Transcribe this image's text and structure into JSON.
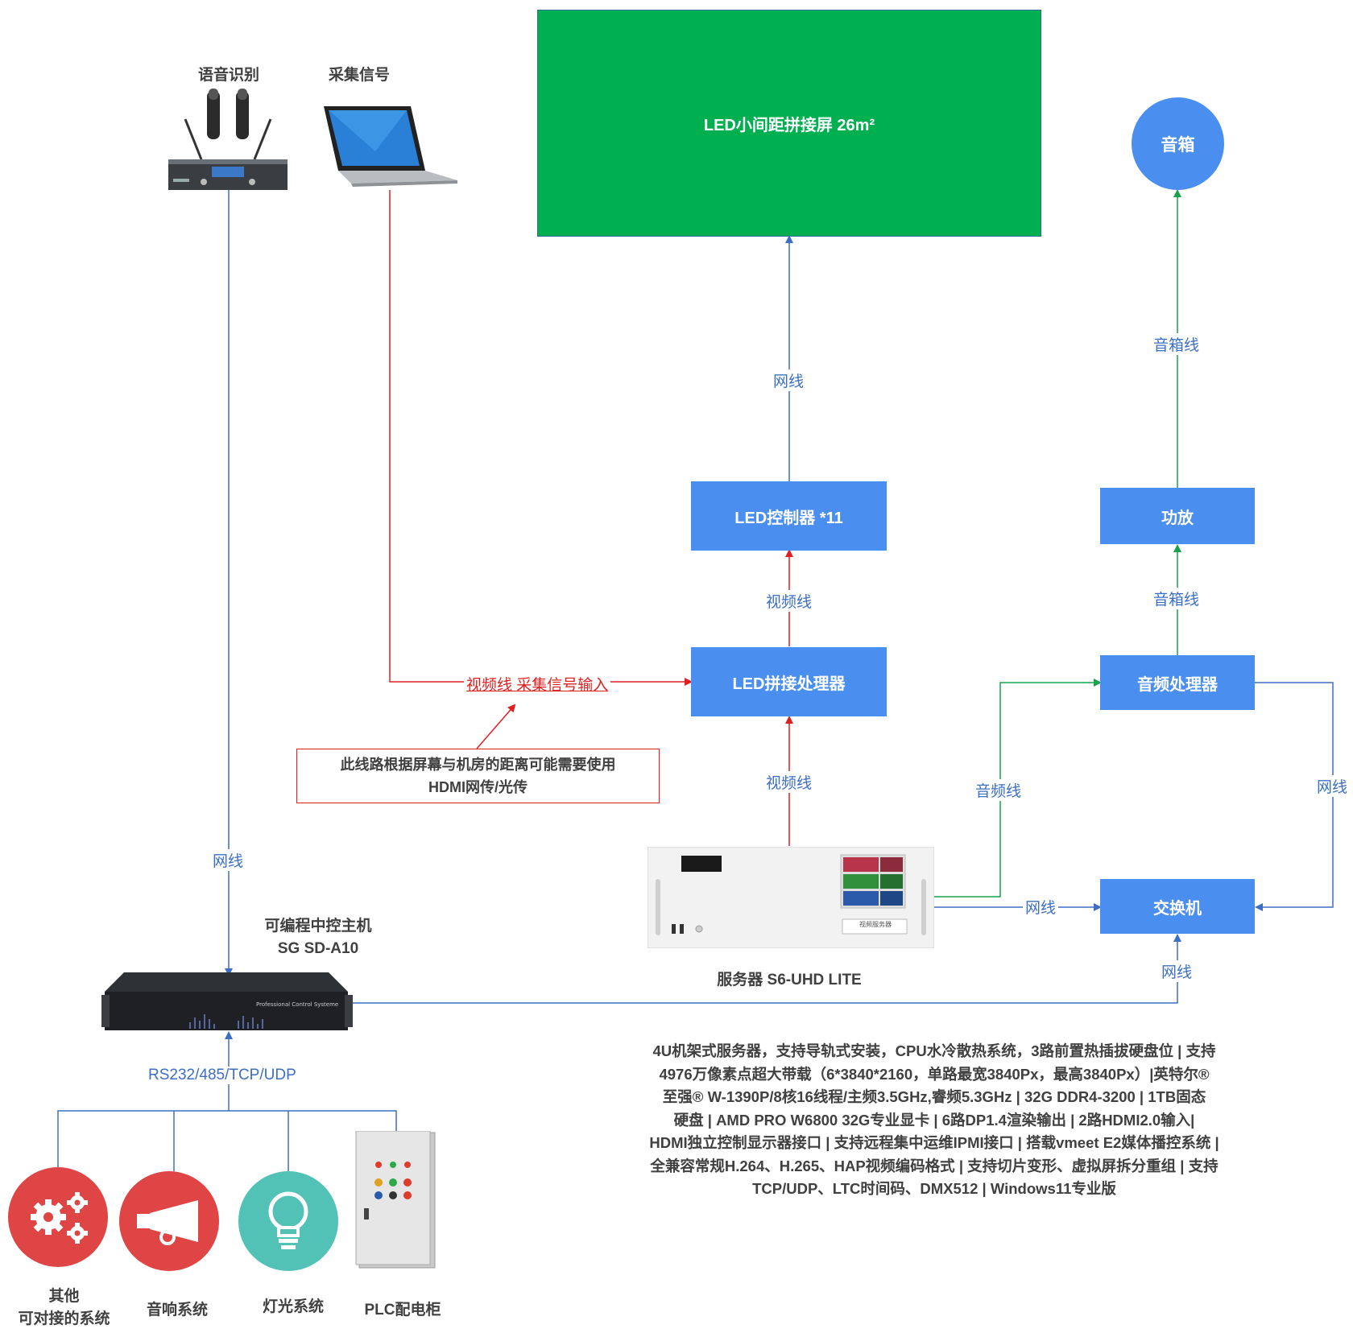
{
  "nodes": {
    "led_screen": "LED小间距拼接屏 26m²",
    "speaker": "音箱",
    "led_controller": "LED控制器 *11",
    "amplifier": "功放",
    "led_processor": "LED拼接处理器",
    "audio_processor": "音频处理器",
    "switch": "交换机",
    "voice_recognition": "语音识别",
    "capture_signal": "采集信号",
    "central_control_line1": "可编程中控主机",
    "central_control_line2": "SG SD-A10",
    "server_caption": "服务器 S6-UHD LITE",
    "other_line1": "其他",
    "other_line2": "可对接的系统",
    "sound_system": "音响系统",
    "lighting_system": "灯光系统",
    "plc_cabinet": "PLC配电柜"
  },
  "connectors": {
    "network_cable": "网线",
    "video_cable": "视频线",
    "speaker_cable": "音箱线",
    "audio_cable": "音频线",
    "video_capture_input": "视频线 采集信号输入",
    "protocols": "RS232/485/TCP/UDP"
  },
  "note": {
    "line1": "此线路根据屏幕与机房的距离可能需要使用",
    "line2": "HDMI网传/光传"
  },
  "device_text": {
    "rack_panel": "Professional Control Systeme",
    "server_panel": "视频服务器"
  },
  "server_spec": {
    "line1": "4U机架式服务器，支持导轨式安装，CPU水冷散热系统，3路前置热插拔硬盘位 | 支持",
    "line2": "4976万像素点超大带载（6*3840*2160，单路最宽3840Px，最高3840Px）|英特尔®",
    "line3": "至强® W-1390P/8核16线程/主频3.5GHz,睿频5.3GHz | 32G DDR4-3200 | 1TB固态",
    "line4": "硬盘 |  AMD PRO W6800 32G专业显卡 | 6路DP1.4渲染输出 | 2路HDMI2.0输入|",
    "line5": "HDMI独立控制显示器接口 | 支持远程集中运维IPMI接口 | 搭载vmeet E2媒体播控系统 |",
    "line6": "全兼容常规H.264、H.265、HAP视频编码格式 | 支持切片变形、虚拟屏拆分重组 | 支持",
    "line7": "TCP/UDP、LTC时间码、DMX512 | Windows11专业版"
  },
  "colors": {
    "box_blue": "#4a8ff0",
    "screen_green": "#00b050",
    "network_line": "#3c6fc4",
    "video_line": "#e02020",
    "audio_line": "#16a34a",
    "other_red": "#e04545",
    "light_teal": "#52c2b6"
  },
  "icons": [
    "gears-icon",
    "megaphone-icon",
    "lightbulb-icon",
    "microphone-icon",
    "laptop-icon",
    "rack-server-icon",
    "control-host-icon",
    "plc-cabinet-icon"
  ]
}
